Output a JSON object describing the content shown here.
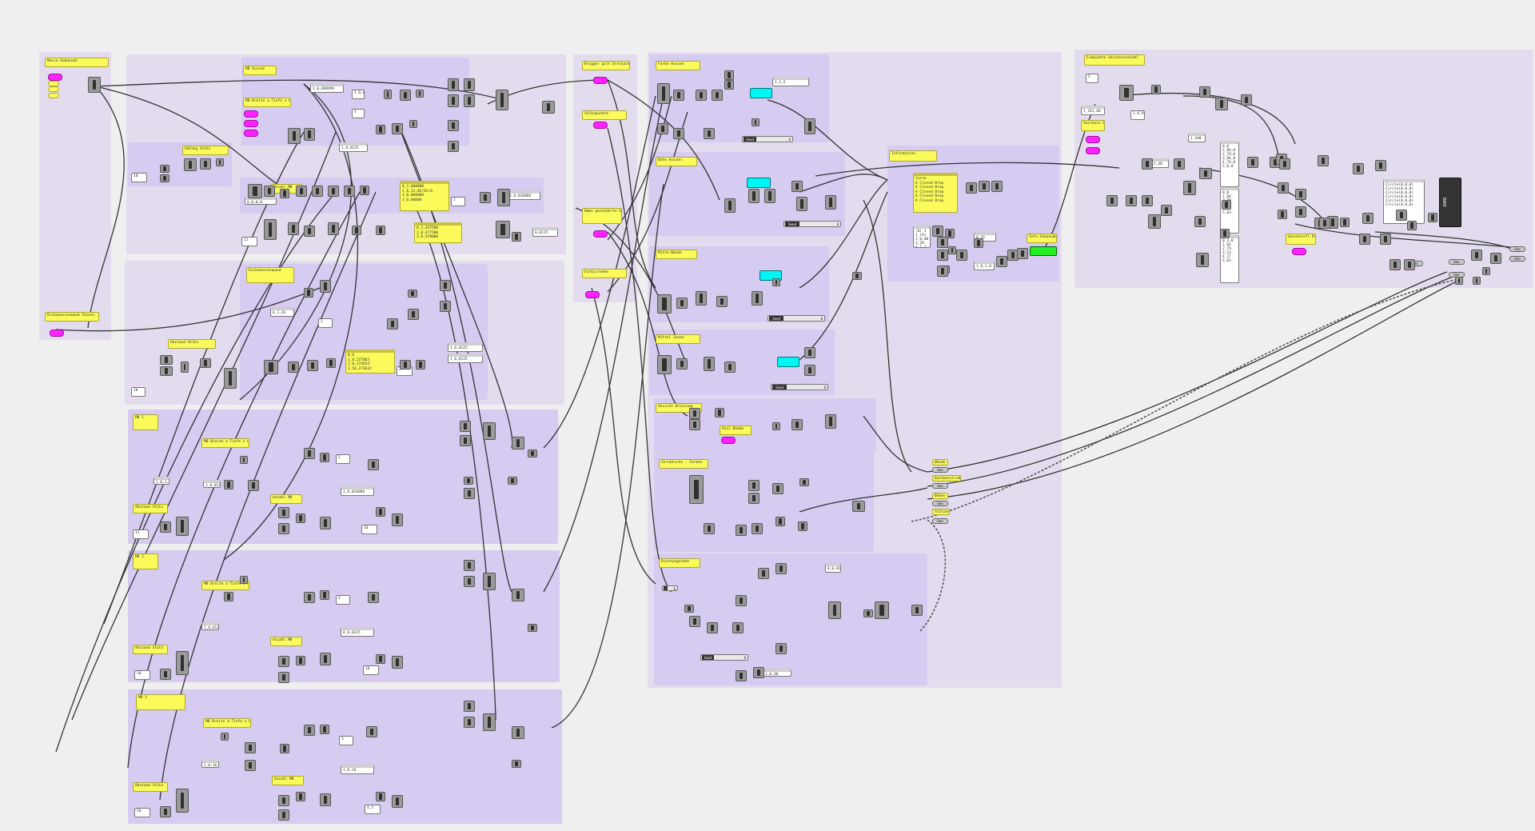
{
  "colors": {
    "canvas": "#efefef",
    "group_outer": "#e3dcee",
    "group_inner": "#d6cbf0",
    "panel": "#fafa5a",
    "param_pin": "#ff22ff",
    "swatch_cyan": "#00f5f5",
    "swatch_green": "#22ee22",
    "wire": "#222222"
  },
  "labels": {
    "l1": "Masse Gebaeude",
    "l2": "Dickeaussenwand Stuetz",
    "l3": "MB Aussen",
    "l4": "MB Breite a Tiefe x Höhe",
    "l5": "Umfang Stütz",
    "l6": "Anzahl MB",
    "l7": "Dickeaussenwand",
    "l8": "Abstand Stütz",
    "l9": "MB 1",
    "l10": "MB Breite a Tiefe x Höhe",
    "l11": "Anzahl MB",
    "l12": "Abstand Stütz",
    "l13": "MB 2",
    "l14": "MB Breite a Tiefe x Höhe",
    "l15": "Anzahl MB",
    "l16": "Abstand Stütz",
    "l17": "MB 3",
    "l18": "MB Breite a Tiefe x Höhe",
    "l19": "Anzahl MB",
    "l20": "Abstand Stütz",
    "l21": "Brugger gilt Dreikante",
    "l22": "Stützpunkte",
    "l23": "Name gesonderte Genuge",
    "l24": "Farbscreeme",
    "l25": "Farbe Aussen",
    "l26": "Bohe Aussen",
    "l27": "Mitte Wände",
    "l28": "Mittel Innen",
    "l29": "Ansicht Brüstung",
    "l30": "Ansi Bödem",
    "l31": "Strukturen - Farben",
    "l32": "Dichtungsnaht",
    "l33": "Information",
    "l34": "Info Gebaeude",
    "l35": "Eckpunkte Geschossanzahl",
    "l36": "Geschoss Decken",
    "l37": "Geschossfl Preise",
    "l38": "Wände",
    "l39": "Dachkonstrukt",
    "l40": "Böden",
    "l41": "Stützen"
  },
  "readouts": {
    "r1": "1_0,098999",
    "r2": "1_0,0125",
    "r3": "0_0,0,0",
    "r4": "1_0,010008",
    "r5": "0,0125",
    "r6": "6_2,46",
    "r7": "1_0,0125",
    "r8": "1_0,0125",
    "r9": "1_0,010000",
    "r10": "1_0,1,0",
    "r11": "1_0,013",
    "r12": "0_0,0125",
    "r13": "1_0,013",
    "r14": "1_0,10",
    "r15": "1_0,10",
    "r16": "1_1,5",
    "r17": "0_0,0125",
    "r18": "1_0,30",
    "r19": "0_26",
    "r20": "1_261,60",
    "r21": "1_40",
    "r22": "1_100",
    "r23": "1_0,1,0",
    "r24": "1_0,90",
    "r25": "10",
    "r26": "1_0,65",
    "r27": "4",
    "r28": "2",
    "r29": "11",
    "r30": "2",
    "r31": "2",
    "r32": "10",
    "r33": "5",
    "r34": "11",
    "r35": "10",
    "r36": "4",
    "r37": "10",
    "r38": "10",
    "r39": "3",
    "r40": "50",
    "r41": "4,5",
    "r42": "5"
  },
  "panels": {
    "p1": "0_2,000000\n1_0,12,05/01/0\n2_0,000000\n3_0,00000",
    "p2": "0_2,447500\n1_0,477500\n2_0,478000",
    "p3": "0_6\n1_0,227063\n2_0,174654\n3_50,273632",
    "p4": "(0) 1\n1_(0)\n2_0,88\n3_10\n4_1,2",
    "p5": "Curve\nA Closed Brep\nA Closed Brep\nA Closed Brep\nA Closed Brep\nA Closed Brep",
    "p6": "Circle(0,0,0)\nCircle(0,0,0)\nCircle(0,0,0)\nCircle(0,0,0)\nCircle(0,0,0)\nCircle(0,0,0)",
    "p7": "0_0\n1_86,0\n2_79,0\n3_86,0\n4_79,0\n5_0,0",
    "p8": "0_0\n1_86\n2_79\n3_51\n4_37\n5_83",
    "p9": "0_4,0\n1_66\n2_79\n3_53\n4_27\n5_83"
  },
  "sliders": {
    "s1": "6",
    "s2": "0",
    "s3": "0",
    "s4": "0",
    "s5": "0",
    "s6": "0"
  },
  "relays": {
    "rl1": "Geo",
    "rl2": "Geo",
    "rl3": "Geo",
    "rl4": "Geo",
    "rl5": "Geo",
    "rl6": "Geo",
    "rl7": "Geo",
    "rl8": "Geo",
    "rl9": "Geo"
  },
  "output": {
    "title": "BAKE"
  }
}
